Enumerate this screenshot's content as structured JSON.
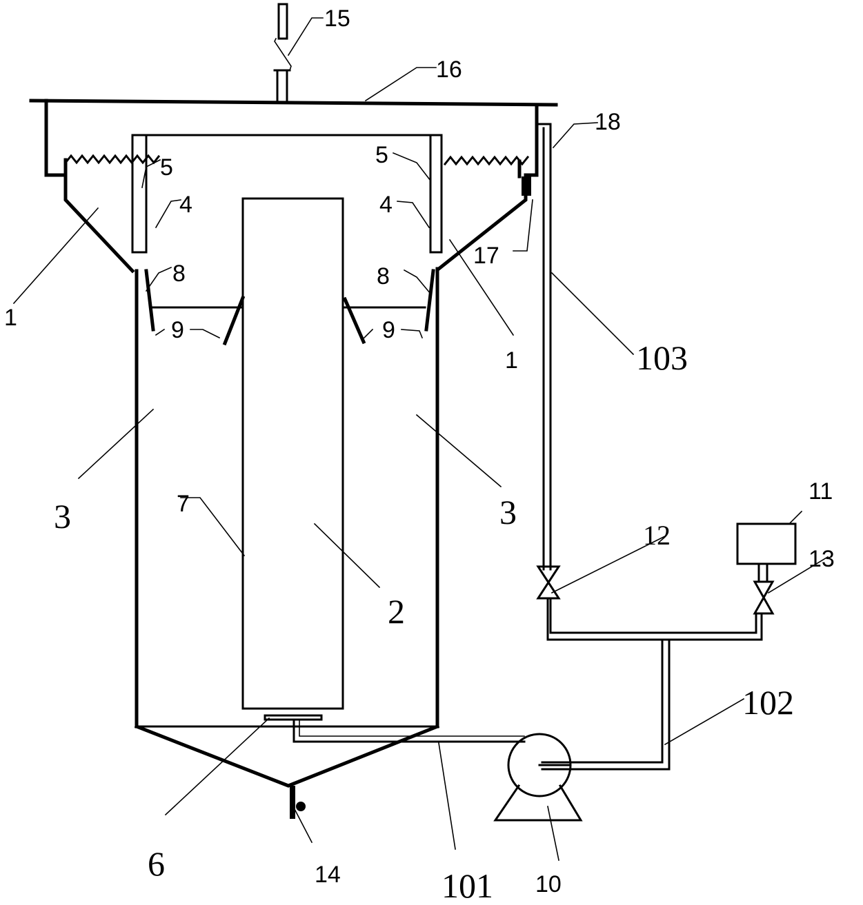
{
  "labels": {
    "l1_left": "1",
    "l1_right": "1",
    "l2": "2",
    "l3_left": "3",
    "l3_right": "3",
    "l4_left": "4",
    "l4_right": "4",
    "l5_left": "5",
    "l5_right": "5",
    "l6": "6",
    "l7": "7",
    "l8_left": "8",
    "l8_right": "8",
    "l9_left": "9",
    "l9_right": "9",
    "l10": "10",
    "l11": "11",
    "l12": "12",
    "l13": "13",
    "l14": "14",
    "l15": "15",
    "l16": "16",
    "l17": "17",
    "l18": "18",
    "l101": "101",
    "l102": "102",
    "l103": "103"
  }
}
